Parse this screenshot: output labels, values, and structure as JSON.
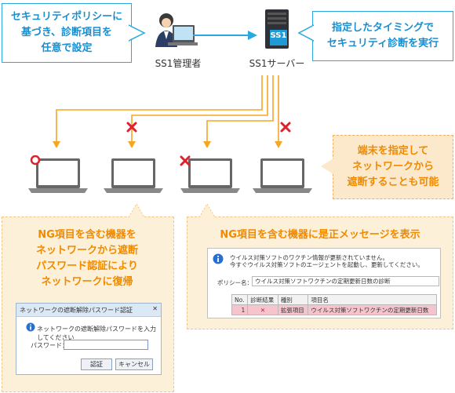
{
  "callouts": {
    "left_top": [
      "セキュリティポリシーに",
      "基づき、診断項目を",
      "任意で設定"
    ],
    "right_top": [
      "指定したタイミングで",
      "セキュリティ診断を実行"
    ],
    "right_mid": [
      "端末を指定して",
      "ネットワークから",
      "遮断することも可能"
    ]
  },
  "nodes": {
    "admin_label": "SS1管理者",
    "server_label": "SS1サーバー",
    "server_logo": "SS1"
  },
  "panel_left": {
    "title": [
      "NG項目を含む機器を",
      "ネットワークから遮断",
      "パスワード認証により",
      "ネットワークに復帰"
    ],
    "dialog": {
      "title": "ネットワークの遮断解除パスワード認証",
      "close": "✕",
      "message": "ネットワークの遮断解除パスワードを入力してください",
      "password_label": "パスワード：",
      "ok": "認証",
      "cancel": "キャンセル"
    }
  },
  "panel_right": {
    "title": "NG項目を含む機器に是正メッセージを表示",
    "message": {
      "line1": "ウイルス対策ソフトのワクチン情報が更新されていません。",
      "line2": "今すぐウイルス対策ソフトのエージェントを起動し、更新してください。",
      "policy_label": "ポリシー名：",
      "policy_value": "ウイルス対策ソフトワクチンの定期更新日数の診断",
      "headers": [
        "No.",
        "診断結果",
        "種別",
        "項目名"
      ],
      "row": [
        "1",
        "✕",
        "拡張項目",
        "ウイルス対策ソフトワクチンの定期更新日数"
      ]
    }
  },
  "colors": {
    "blue": "#29a9e0",
    "orange": "#f5a623",
    "red": "#e0202a"
  }
}
